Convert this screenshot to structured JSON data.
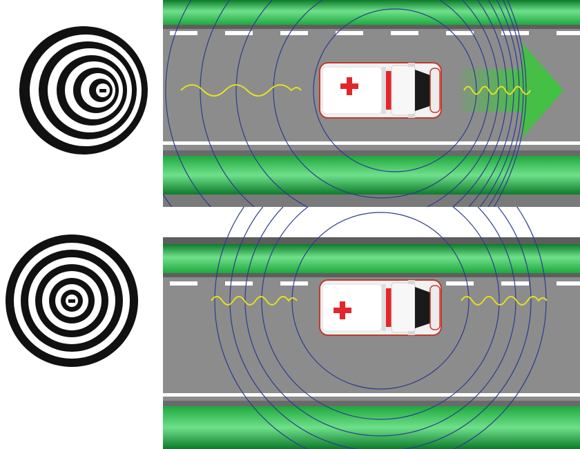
{
  "colors": {
    "grass_dark": "#0d7a2a",
    "grass_mid": "#27c24a",
    "grass_light": "#6fe08a",
    "road": "#8c8c8c",
    "curb": "#5e5e5e",
    "lane_mark": "#ffffff",
    "wavefront": "#2b3a8f",
    "sound_wave": "#e8e020",
    "arrow": "#3fc43f",
    "cross": "#e3262b",
    "target_black": "#111111",
    "target_white": "#ffffff"
  },
  "panels": [
    {
      "id": "moving",
      "state": "moving-right",
      "wave_compression": "compressed-front-stretched-back"
    },
    {
      "id": "stationary",
      "state": "stationary",
      "wave_compression": "uniform"
    }
  ],
  "icons": [
    "target-rings-icon",
    "ambulance-icon",
    "red-cross-icon",
    "direction-arrow-icon"
  ]
}
